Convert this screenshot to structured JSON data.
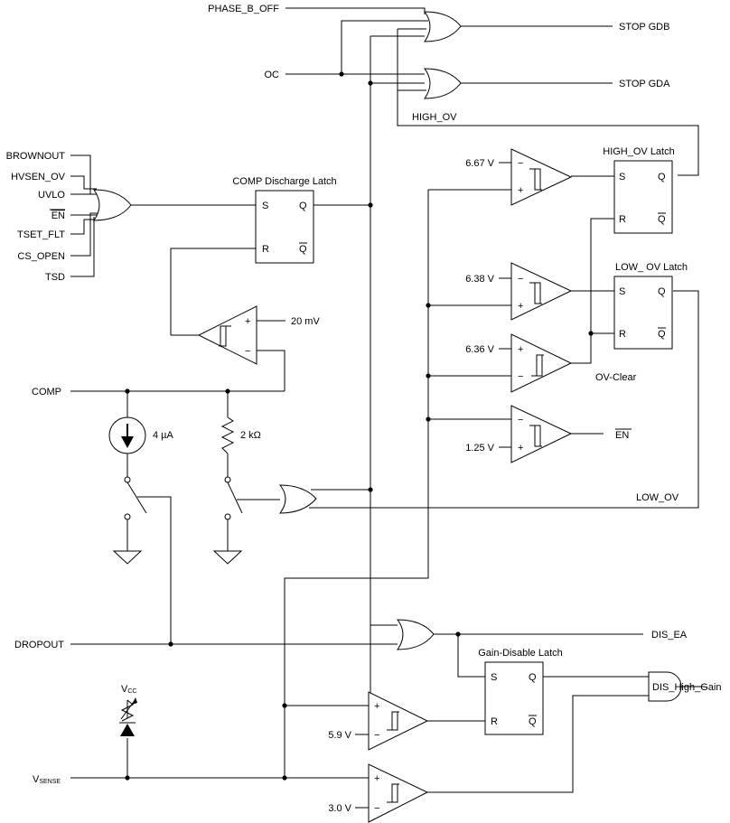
{
  "inputs": {
    "phase_b_off": "PHASE_B_OFF",
    "oc": "OC",
    "brownout": "BROWNOUT",
    "hvsen_ov": "HVSEN_OV",
    "uvlo": "UVLO",
    "en": "EN",
    "tset_flt": "TSET_FLT",
    "cs_open": "CS_OPEN",
    "tsd": "TSD",
    "comp": "COMP",
    "dropout": "DROPOUT",
    "vsense_main": "V",
    "vsense_sub": "SENSE",
    "vcc_main": "V",
    "vcc_sub": "CC"
  },
  "outputs": {
    "stop_gdb": "STOP GDB",
    "stop_gda": "STOP GDA",
    "en": "EN",
    "dis_ea": "DIS_EA",
    "dis_high_gain": "DIS_High_Gain"
  },
  "nets": {
    "high_ov": "HIGH_OV",
    "low_ov": "LOW_OV",
    "ov_clear": "OV-Clear"
  },
  "latches": {
    "comp_discharge": "COMP Discharge Latch",
    "high_ov": "HIGH_OV Latch",
    "low_ov": "LOW_ OV Latch",
    "gain_disable": "Gain-Disable Latch"
  },
  "latch_pins": {
    "s": "S",
    "r": "R",
    "q": "Q",
    "qbar": "Q"
  },
  "thresholds": {
    "v667": "6.67 V",
    "v638": "6.38 V",
    "v636": "6.36 V",
    "v125": "1.25 V",
    "v59": "5.9 V",
    "v30": "3.0 V",
    "mv20": "20 mV"
  },
  "components": {
    "current_source": "4 µA",
    "resistor": "2 kΩ"
  },
  "signs": {
    "plus": "+",
    "minus": "−"
  }
}
